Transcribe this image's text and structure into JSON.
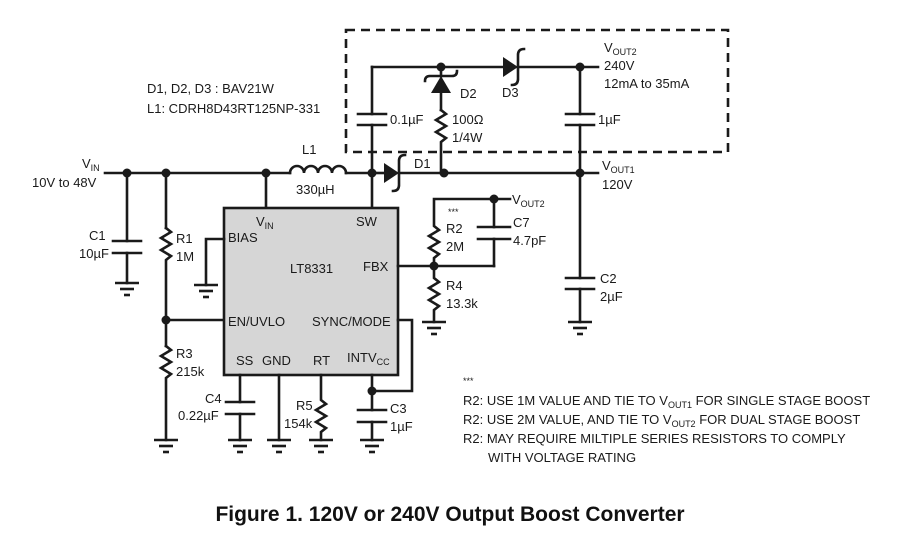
{
  "figure": {
    "caption": "Figure 1. 120V or 240V Output Boost Converter",
    "bom_notes": [
      "D1, D2, D3 : BAV21W",
      "L1: CDRH8D43RT125NP-331"
    ]
  },
  "ic": {
    "part": "LT8331",
    "pins": {
      "vin": "V",
      "vin_sub": "IN",
      "sw": "SW",
      "bias": "BIAS",
      "fbx": "FBX",
      "en_uvlo": "EN/UVLO",
      "sync_mode": "SYNC/MODE",
      "ss": "SS",
      "gnd": "GND",
      "rt": "RT",
      "intvcc": "INTV",
      "intvcc_sub": "CC"
    }
  },
  "nets": {
    "vin": {
      "name": "V",
      "sub": "IN",
      "range": "10V to 48V"
    },
    "vout1": {
      "name": "V",
      "sub": "OUT1",
      "voltage": "120V"
    },
    "vout2": {
      "name": "V",
      "sub": "OUT2",
      "voltage": "240V",
      "current": "12mA to 35mA"
    },
    "vout2_fb": {
      "name": "V",
      "sub": "OUT2"
    }
  },
  "components": {
    "L1": {
      "ref": "L1",
      "value": "330µH"
    },
    "C1": {
      "ref": "C1",
      "value": "10µF"
    },
    "R1": {
      "ref": "R1",
      "value": "1M"
    },
    "R3": {
      "ref": "R3",
      "value": "215k"
    },
    "C4": {
      "ref": "C4",
      "value": "0.22µF"
    },
    "R5": {
      "ref": "R5",
      "value": "154k"
    },
    "C3": {
      "ref": "C3",
      "value": "1µF"
    },
    "R2": {
      "ref": "R2",
      "value": "2M",
      "mark": "***"
    },
    "C7": {
      "ref": "C7",
      "value": "4.7pF"
    },
    "R4": {
      "ref": "R4",
      "value": "13.3k"
    },
    "C2": {
      "ref": "C2",
      "value": "2µF"
    },
    "D1": {
      "ref": "D1"
    },
    "D2": {
      "ref": "D2"
    },
    "D3": {
      "ref": "D3"
    },
    "C_pump": {
      "value": "0.1µF"
    },
    "R_pump": {
      "value": "100Ω",
      "power": "1/4W"
    },
    "C_out2": {
      "value": "1µF"
    }
  },
  "footnote": {
    "mark": "***",
    "lines": [
      {
        "pre": "R2: USE 1M VALUE AND TIE TO V",
        "sub": "OUT1",
        "post": " FOR SINGLE STAGE BOOST"
      },
      {
        "pre": "R2: USE 2M VALUE, AND TIE TO V",
        "sub": "OUT2",
        "post": " FOR DUAL STAGE BOOST"
      },
      {
        "pre": "R2: MAY REQUIRE MILTIPLE SERIES RESISTORS TO COMPLY",
        "sub": "",
        "post": ""
      },
      {
        "pre": "     WITH VOLTAGE RATING",
        "sub": "",
        "post": ""
      }
    ]
  }
}
